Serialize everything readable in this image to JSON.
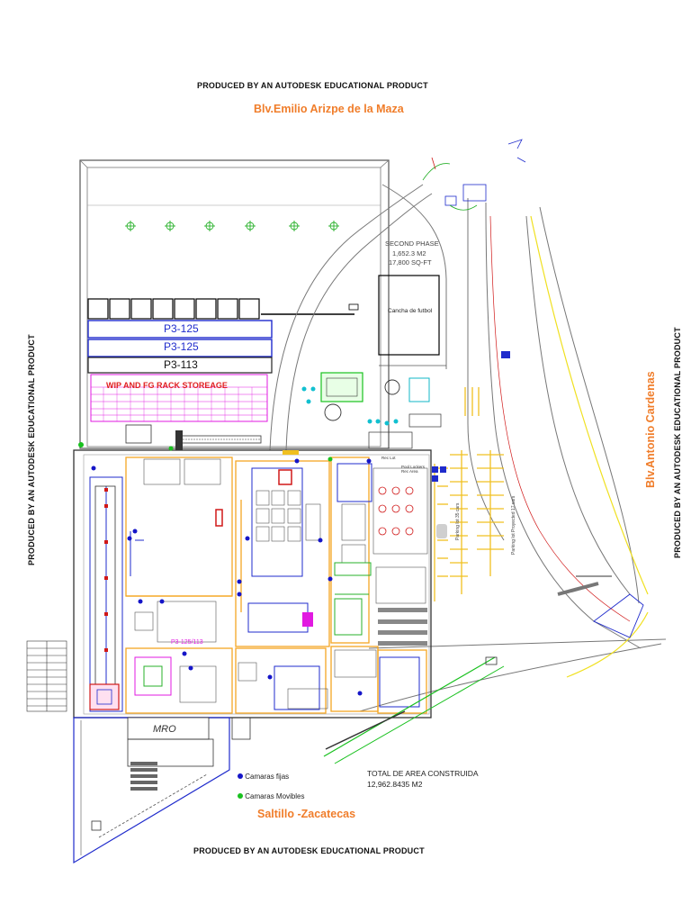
{
  "watermarks": {
    "top": "PRODUCED BY AN AUTODESK EDUCATIONAL PRODUCT",
    "bottom": "PRODUCED BY AN AUTODESK EDUCATIONAL PRODUCT",
    "left": "PRODUCED BY AN AUTODESK EDUCATIONAL PRODUCT",
    "right": "PRODUCED BY AN AUTODESK EDUCATIONAL PRODUCT"
  },
  "streets": {
    "north": "Blv.Emilio Arizpe de la Maza",
    "east": "Blv.Antonio Cardenas",
    "south": "Saltillo -Zacatecas"
  },
  "second_phase": {
    "title": "SECOND PHASE",
    "area_m2": "1,652.3 M2",
    "area_sqft": "17,800 SQ-FT"
  },
  "field_label": "Cancha de futbol",
  "racks": [
    {
      "label": "P3-125"
    },
    {
      "label": "P3-125"
    },
    {
      "label": "P3-113"
    }
  ],
  "storage_label": "WIP AND FG RACK STOREAGE",
  "mro_label": "MRO",
  "line_label": "P3-125/113",
  "parking_labels": [
    "Parking lot 35 cars",
    "Parking lot Proyected 17 cars"
  ],
  "office_labels": [
    "Rec Lot",
    "Pool Lockers",
    "Rec Area"
  ],
  "legend": {
    "fixed": {
      "label": "Camaras fijas",
      "color": "#1515c8"
    },
    "mobile": {
      "label": "Camaras Movibles",
      "color": "#19c11f"
    }
  },
  "total_area": {
    "title": "TOTAL DE AREA CONSTRUIDA",
    "value": "12,962.8435 M2"
  },
  "colors": {
    "street_text": "#f07d2a",
    "plan_blue": "#1f2bcc",
    "wall_orange": "#f5a623",
    "storage_magenta": "#e11ae1",
    "storage_text": "#e02020",
    "camera_green": "#19c11f"
  }
}
